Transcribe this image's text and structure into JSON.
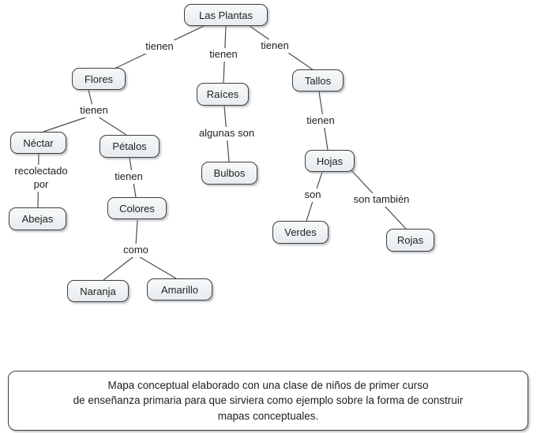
{
  "colors": {
    "background": "#ffffff",
    "node_fill": "#eef1f4",
    "node_border": "#3e3e3e",
    "line": "#4b4b4b",
    "text": "#1e1e1e"
  },
  "nodes": {
    "las_plantas": {
      "label": "Las Plantas"
    },
    "flores": {
      "label": "Flores"
    },
    "raices": {
      "label": "Raíces"
    },
    "tallos": {
      "label": "Tallos"
    },
    "nectar": {
      "label": "Néctar"
    },
    "petalos": {
      "label": "Pétalos"
    },
    "bulbos": {
      "label": "Bulbos"
    },
    "hojas": {
      "label": "Hojas"
    },
    "abejas": {
      "label": "Abejas"
    },
    "colores": {
      "label": "Colores"
    },
    "verdes": {
      "label": "Verdes"
    },
    "rojas": {
      "label": "Rojas"
    },
    "naranja": {
      "label": "Naranja"
    },
    "amarillo": {
      "label": "Amarillo"
    }
  },
  "edge_labels": {
    "plantas_flores": "tienen",
    "plantas_raices": "tienen",
    "plantas_tallos": "tienen",
    "flores_hijos": "tienen",
    "nectar_abejas": "recolectado por",
    "petalos_colores": "tienen",
    "raices_bulbos": "algunas son",
    "tallos_hojas": "tienen",
    "colores_hijos": "como",
    "hojas_verdes": "son",
    "hojas_rojas": "son también"
  },
  "caption": {
    "line1": "Mapa conceptual elaborado con una clase de niños de primer curso",
    "line2": "de enseñanza primaria para que sirviera como ejemplo sobre la forma de construir",
    "line3": "mapas conceptuales."
  }
}
